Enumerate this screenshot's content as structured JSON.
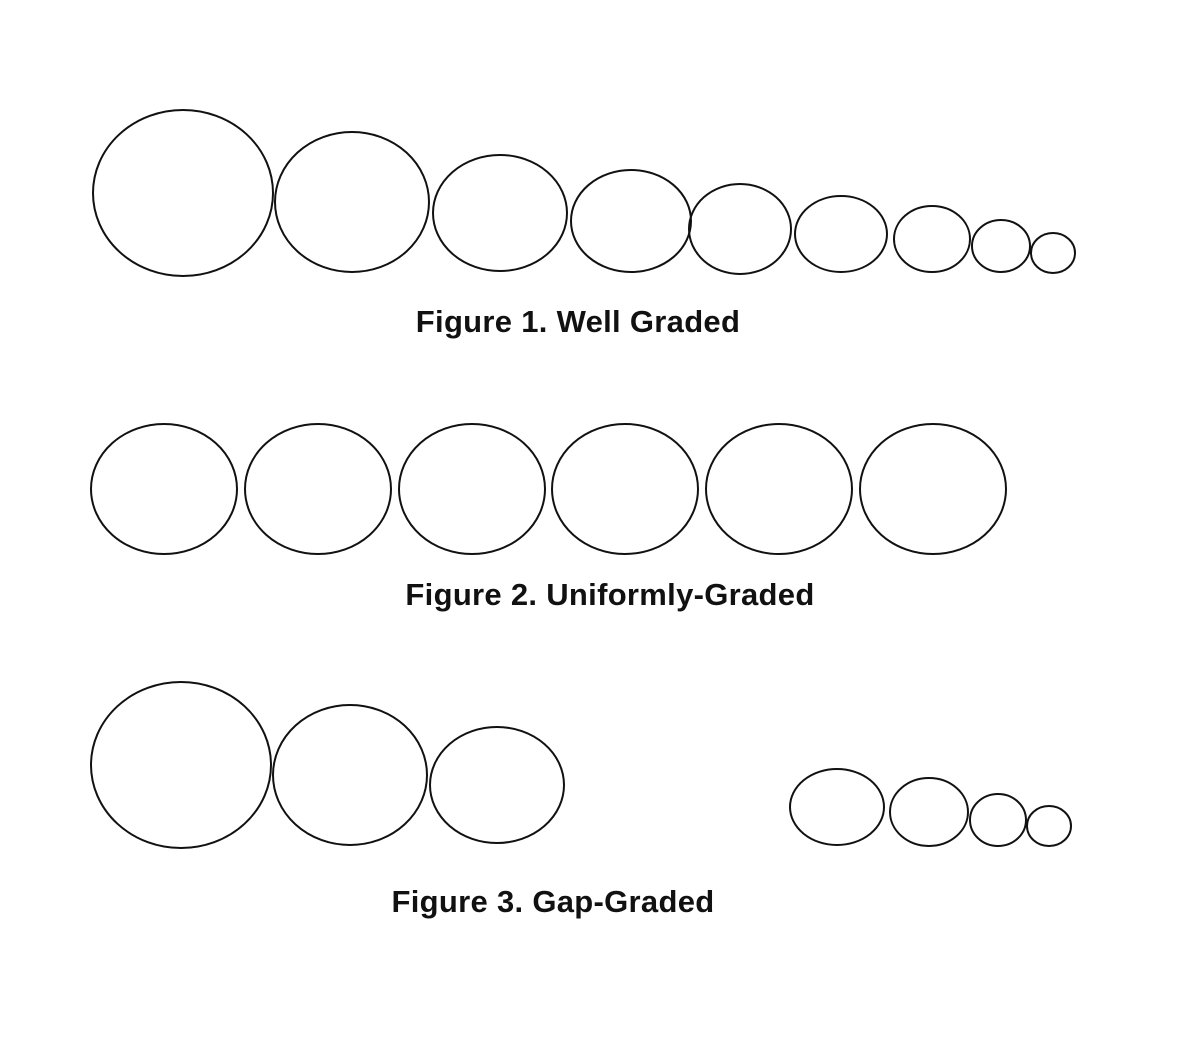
{
  "figures": [
    {
      "caption": "Figure 1. Well Graded",
      "particle_count": 9
    },
    {
      "caption": "Figure 2. Uniformly-Graded",
      "particle_count": 6
    },
    {
      "caption": "Figure 3. Gap-Graded",
      "particle_count": 7
    }
  ],
  "colors": {
    "stroke": "#111111",
    "background": "#ffffff"
  }
}
